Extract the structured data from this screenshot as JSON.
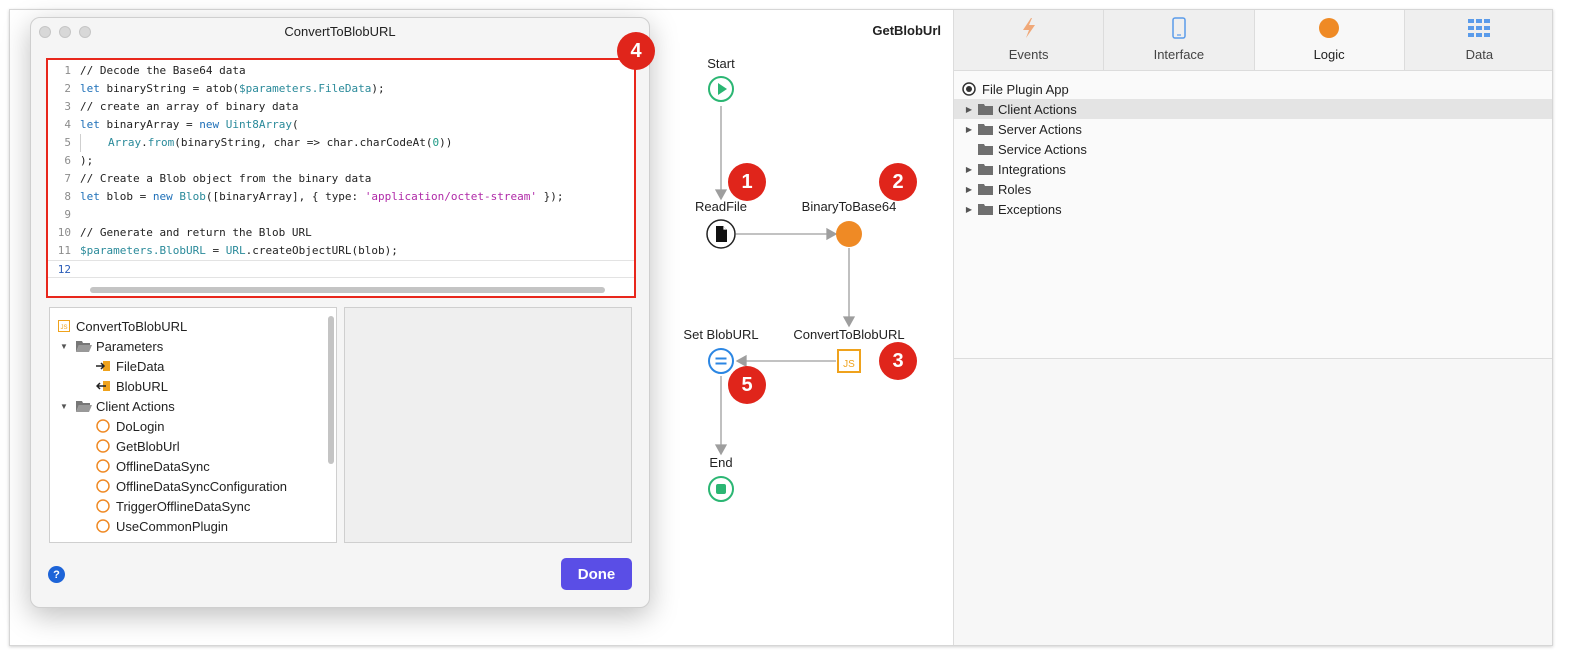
{
  "canvas": {
    "title": "GetBlobUrl",
    "nodes": {
      "start": "Start",
      "read_file": "ReadFile",
      "binary_to_base64": "BinaryToBase64",
      "convert_to_blob_url": "ConvertToBlobURL",
      "set_blob_url": "Set BlobURL",
      "end": "End"
    },
    "js_icon_text": "JS",
    "badges": [
      "1",
      "2",
      "3",
      "4",
      "5"
    ]
  },
  "right_panel": {
    "tabs": [
      {
        "label": "Events",
        "icon": "lightning-icon"
      },
      {
        "label": "Interface",
        "icon": "phone-icon"
      },
      {
        "label": "Logic",
        "icon": "orange-circle-icon",
        "active": true
      },
      {
        "label": "Data",
        "icon": "grid-icon"
      }
    ],
    "tree": {
      "root": "File Plugin App",
      "items": [
        {
          "label": "Client Actions",
          "expandable": true,
          "selected": true
        },
        {
          "label": "Server Actions",
          "expandable": true
        },
        {
          "label": "Service Actions",
          "expandable": false
        },
        {
          "label": "Integrations",
          "expandable": true
        },
        {
          "label": "Roles",
          "expandable": true
        },
        {
          "label": "Exceptions",
          "expandable": true
        }
      ]
    }
  },
  "dialog": {
    "title": "ConvertToBlobURL",
    "done_label": "Done",
    "help_label": "?",
    "code_lines": [
      "// Decode the Base64 data",
      "let binaryString = atob($parameters.FileData);",
      "// create an array of binary data",
      "let binaryArray = new Uint8Array(",
      "Array.from(binaryString, char => char.charCodeAt(0))",
      ");",
      "// Create a Blob object from the binary data",
      "let blob = new Blob([binaryArray], { type: 'application/octet-stream' });",
      "",
      "// Generate and return the Blob URL",
      "$parameters.BlobURL = URL.createObjectURL(blob);",
      ""
    ],
    "line_numbers": [
      "1",
      "2",
      "3",
      "4",
      "5",
      "6",
      "7",
      "8",
      "9",
      "10",
      "11",
      "12"
    ],
    "tree": {
      "root": "ConvertToBlobURL",
      "root_icon_text": "JS",
      "parameters_label": "Parameters",
      "parameters": [
        "FileData",
        "BlobURL"
      ],
      "client_actions_label": "Client Actions",
      "client_actions": [
        "DoLogin",
        "GetBlobUrl",
        "OfflineDataSync",
        "OfflineDataSyncConfiguration",
        "TriggerOfflineDataSync",
        "UseCommonPlugin"
      ]
    }
  },
  "colors": {
    "accent_button": "#5a4ee6",
    "badge_red": "#e0251b",
    "highlight_border": "#e8271c",
    "logic_orange": "#ef8a25",
    "start_green": "#2bb673",
    "assign_blue": "#2b86e3"
  }
}
